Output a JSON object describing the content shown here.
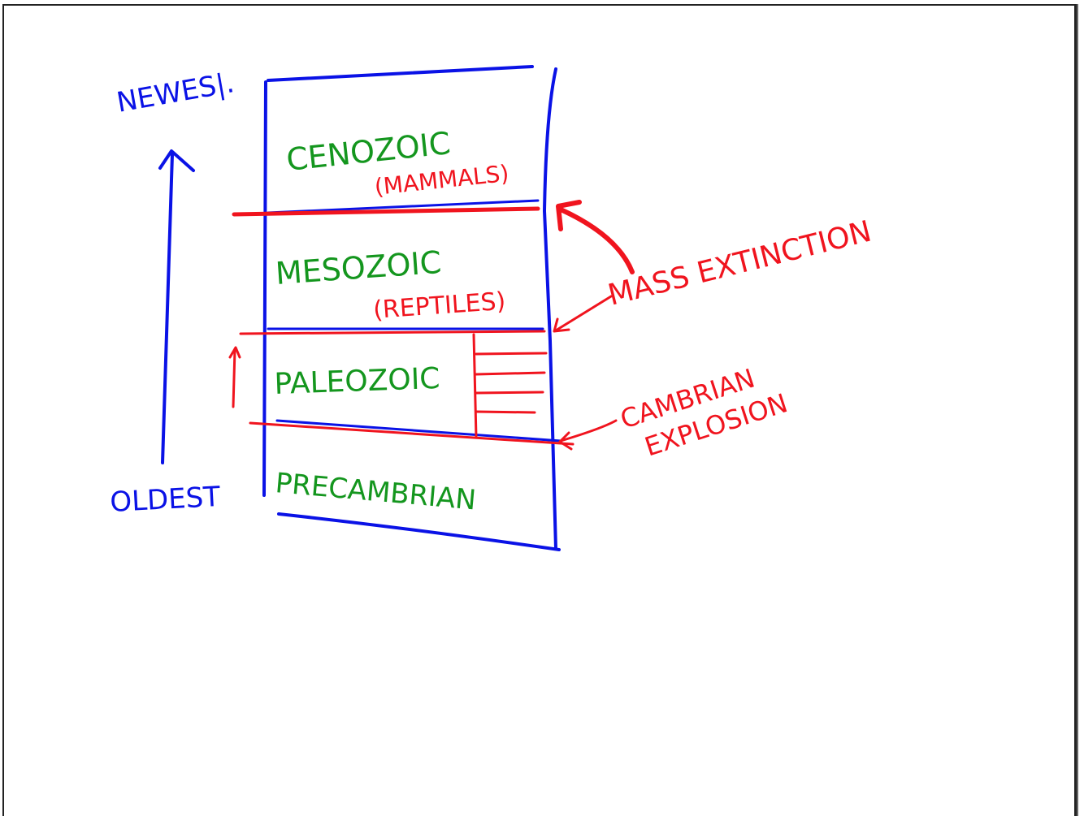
{
  "labels": {
    "newest": "NEWES|.",
    "oldest": "OLDEST"
  },
  "eras": [
    {
      "name": "CENOZOIC",
      "note": "(MAMMALS)"
    },
    {
      "name": "MESOZOIC",
      "note": "(REPTILES)"
    },
    {
      "name": "PALEOZOIC",
      "note": ""
    },
    {
      "name": "PRECAMBRIAN",
      "note": ""
    }
  ],
  "annotations": {
    "mass_extinction": "MASS EXTINCTION",
    "cambrian_line1": "CAMBRIAN",
    "cambrian_line2": "EXPLOSION"
  },
  "colors": {
    "blue": "#0a12e6",
    "green": "#14961e",
    "red": "#f0141e"
  }
}
